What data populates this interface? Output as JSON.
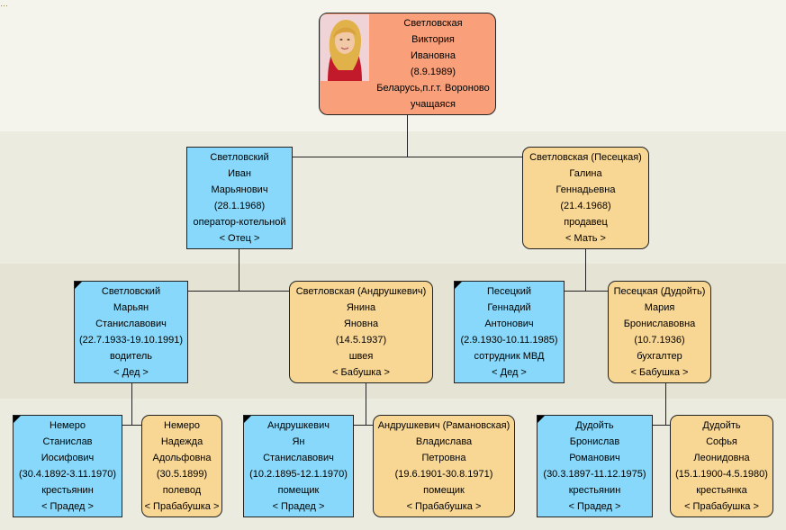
{
  "root": {
    "lines": [
      "Светловская",
      "Виктория",
      "Ивановна",
      "(8.9.1989)",
      "Беларусь,п.г.т. Вороново",
      "учащаяся"
    ]
  },
  "father": {
    "lines": [
      "Светловский",
      "Иван",
      "Марьянович",
      "(28.1.1968)",
      "оператор-котельной",
      "< Отец >"
    ]
  },
  "mother": {
    "lines": [
      "Светловская (Песецкая)",
      "Галина",
      "Геннадьевна",
      "(21.4.1968)",
      "продавец",
      "< Мать >"
    ]
  },
  "grandparents": [
    {
      "lines": [
        "Светловский",
        "Марьян",
        "Станиславович",
        "(22.7.1933-19.10.1991)",
        "водитель",
        "< Дед >"
      ]
    },
    {
      "lines": [
        "Светловская (Андрушкевич)",
        "Янина",
        "Яновна",
        "(14.5.1937)",
        "швея",
        "< Бабушка >"
      ]
    },
    {
      "lines": [
        "Песецкий",
        "Геннадий",
        "Антонович",
        "(2.9.1930-10.11.1985)",
        "сотрудник МВД",
        "< Дед >"
      ]
    },
    {
      "lines": [
        "Песецкая (Дудойть)",
        "Мария",
        "Брониславовна",
        "(10.7.1936)",
        "бухгалтер",
        "< Бабушка >"
      ]
    }
  ],
  "great_grandparents": [
    {
      "lines": [
        "Немеро",
        "Станислав",
        "Иосифович",
        "(30.4.1892-3.11.1970)",
        "крестьянин",
        "< Прадед >"
      ]
    },
    {
      "lines": [
        "Немеро",
        "Надежда",
        "Адольфовна",
        "(30.5.1899)",
        "полевод",
        "< Прабабушка >"
      ]
    },
    {
      "lines": [
        "Андрушкевич",
        "Ян",
        "Станиславович",
        "(10.2.1895-12.1.1970)",
        "помещик",
        "< Прадед >"
      ]
    },
    {
      "lines": [
        "Андрушкевич (Рамановская)",
        "Владислава",
        "Петровна",
        "(19.6.1901-30.8.1971)",
        "помещик",
        "< Прабабушка >"
      ]
    },
    {
      "lines": [
        "Дудойть",
        "Бронислав",
        "Романович",
        "(30.3.1897-11.12.1975)",
        "крестьянин",
        "< Прадед >"
      ]
    },
    {
      "lines": [
        "Дудойть",
        "Софья",
        "Леонидовна",
        "(15.1.1900-4.5.1980)",
        "крестьянка",
        "< Прабабушка >"
      ]
    }
  ],
  "colors": {
    "male": "#87d8fa",
    "female": "#f8d694",
    "root": "#f9a07a",
    "line": "#222222"
  },
  "corner_marks": [
    "tick-mark-icon"
  ]
}
